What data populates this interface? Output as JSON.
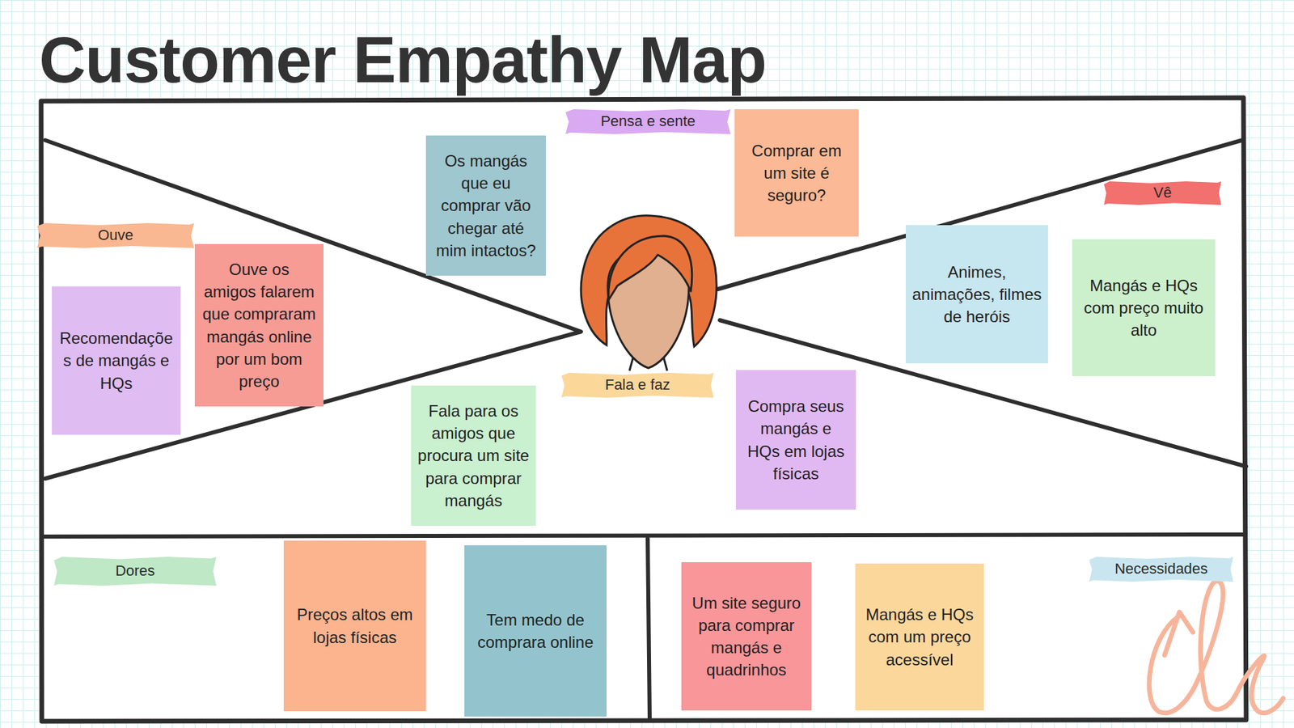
{
  "diagram": {
    "title": "Customer Empathy Map",
    "nodes": [
      {
        "text": [
          "Pensa e sente"
        ]
      },
      {
        "text": [
          "Os mangás que eu comprar vão chegar até mim intactos?"
        ]
      },
      {
        "text": [
          "Comprar em um site é seguro?"
        ]
      },
      {
        "text": [
          "Ouve"
        ]
      },
      {
        "text": [
          "Ouve os amigos falarem que compraram mangás online por um bom preço"
        ]
      },
      {
        "text": [
          "Recomendações de mangás e HQs"
        ]
      },
      {
        "text": [
          "Vê"
        ]
      },
      {
        "text": [
          "Animes, animações, filmes de heróis"
        ]
      },
      {
        "text": [
          "Mangás e HQs com preço muito alto"
        ]
      },
      {
        "text": [
          "Fala e faz"
        ]
      },
      {
        "text": [
          "Fala para os amigos que procura um site para comprar mangás"
        ]
      },
      {
        "text": [
          "Compra seus mangás e HQs em lojas físicas"
        ]
      },
      {
        "text": [
          "Dores"
        ]
      },
      {
        "text": [
          "Preços altos em lojas físicas"
        ]
      },
      {
        "text": [
          "Tem medo de comprara online"
        ]
      },
      {
        "text": [
          "Necessidades"
        ]
      },
      {
        "text": [
          "Um site seguro para comprar mangás e quadrinhos"
        ]
      },
      {
        "text": [
          "Mangás e HQs com um preço acessível"
        ]
      }
    ]
  }
}
